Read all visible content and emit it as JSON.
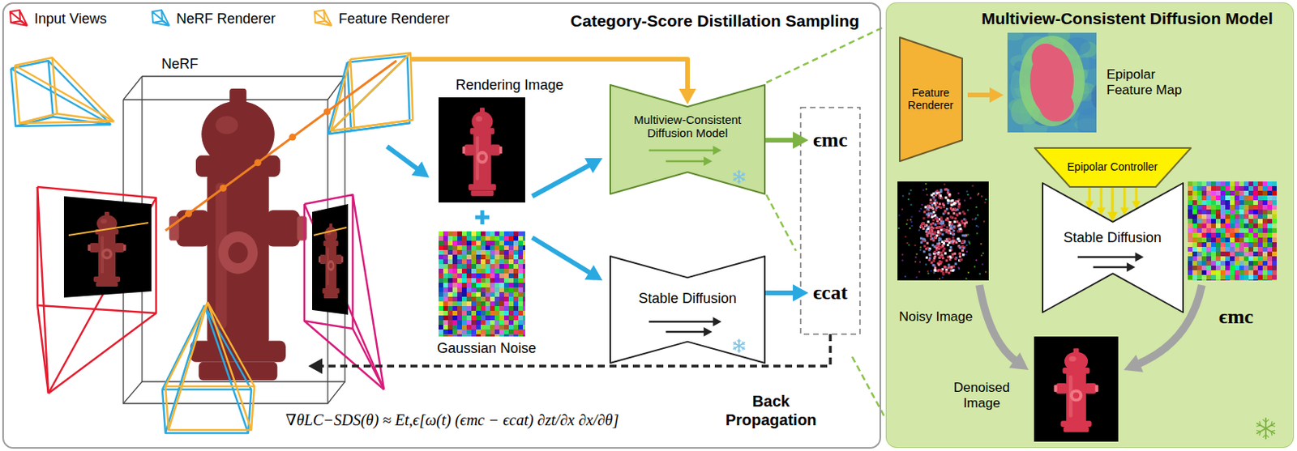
{
  "diagram": {
    "nodes": [
      {
        "text": [
          "Category-Score Distillation Sampling"
        ]
      },
      {
        "text": [
          "Multiview-Consistent Diffusion Model"
        ],
        "in": 0
      },
      {
        "text": [
          "Stable Diffusion"
        ],
        "in": 0
      },
      {
        "text": [
          "ϵmc"
        ],
        "in": 0
      },
      {
        "text": [
          "ϵcat"
        ],
        "in": 0
      },
      {
        "text": [
          "Multiview-Consistent Diffusion Model"
        ]
      },
      {
        "text": [
          "Feature Renderer"
        ],
        "in": 5
      },
      {
        "text": [
          "Epipolar Controller"
        ],
        "in": 5
      },
      {
        "text": [
          "Stable Diffusion"
        ],
        "in": 5
      }
    ],
    "edges": [
      {
        "from": 1,
        "to": 3,
        "arrow": "to"
      },
      {
        "from": 2,
        "to": 4,
        "arrow": "to"
      },
      {
        "from": 7,
        "to": 8,
        "arrow": "to"
      }
    ],
    "labels": [
      "NeRF",
      "Rendering Image",
      "Gaussian Noise",
      "∇θLC−SDS(θ) ≈ Et,ϵ[ω(t) (ϵmc − ϵcat) ∂zt/∂x ∂x/∂θ]",
      "Back Propagation",
      "Epipolar Feature Map",
      "Noisy Image",
      "ϵmc",
      "Denoised Image"
    ],
    "legend": [
      {
        "text": "Input Views",
        "color": "#e51d2e"
      },
      {
        "text": "NeRF Renderer",
        "color": "#2aa9e0"
      },
      {
        "text": "Feature Renderer",
        "color": "#f5b335"
      }
    ]
  }
}
